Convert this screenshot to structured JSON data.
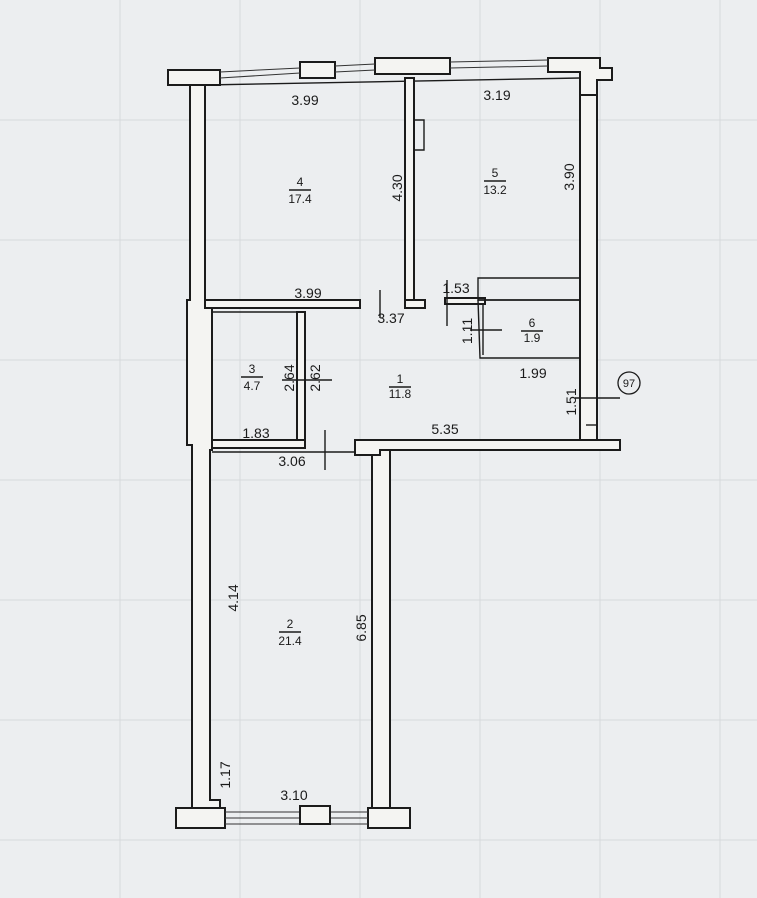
{
  "plan": {
    "rooms": [
      {
        "id": "room-1",
        "number": "1",
        "area": "11.8"
      },
      {
        "id": "room-2",
        "number": "2",
        "area": "21.4"
      },
      {
        "id": "room-3",
        "number": "3",
        "area": "4.7"
      },
      {
        "id": "room-4",
        "number": "4",
        "area": "17.4"
      },
      {
        "id": "room-5",
        "number": "5",
        "area": "13.2"
      },
      {
        "id": "room-6",
        "number": "6",
        "area": "1.9"
      }
    ],
    "dimensions": {
      "r4_top": "3.99",
      "r4_bottom": "3.99",
      "r4_height": "4.30",
      "r5_top": "3.19",
      "r5_height": "3.90",
      "door_153": "1.53",
      "hall_337": "3.37",
      "r6_height": "1.11",
      "r6_width": "1.99",
      "right_151": "1.51",
      "r3_h1": "2.64",
      "r3_h2": "2.62",
      "r3_bottom": "1.83",
      "hall_535": "5.35",
      "r2_top": "3.06",
      "r2_left": "4.14",
      "r2_right": "6.85",
      "r2_left_low": "1.17",
      "r2_bottom": "3.10"
    },
    "marker": "97"
  }
}
